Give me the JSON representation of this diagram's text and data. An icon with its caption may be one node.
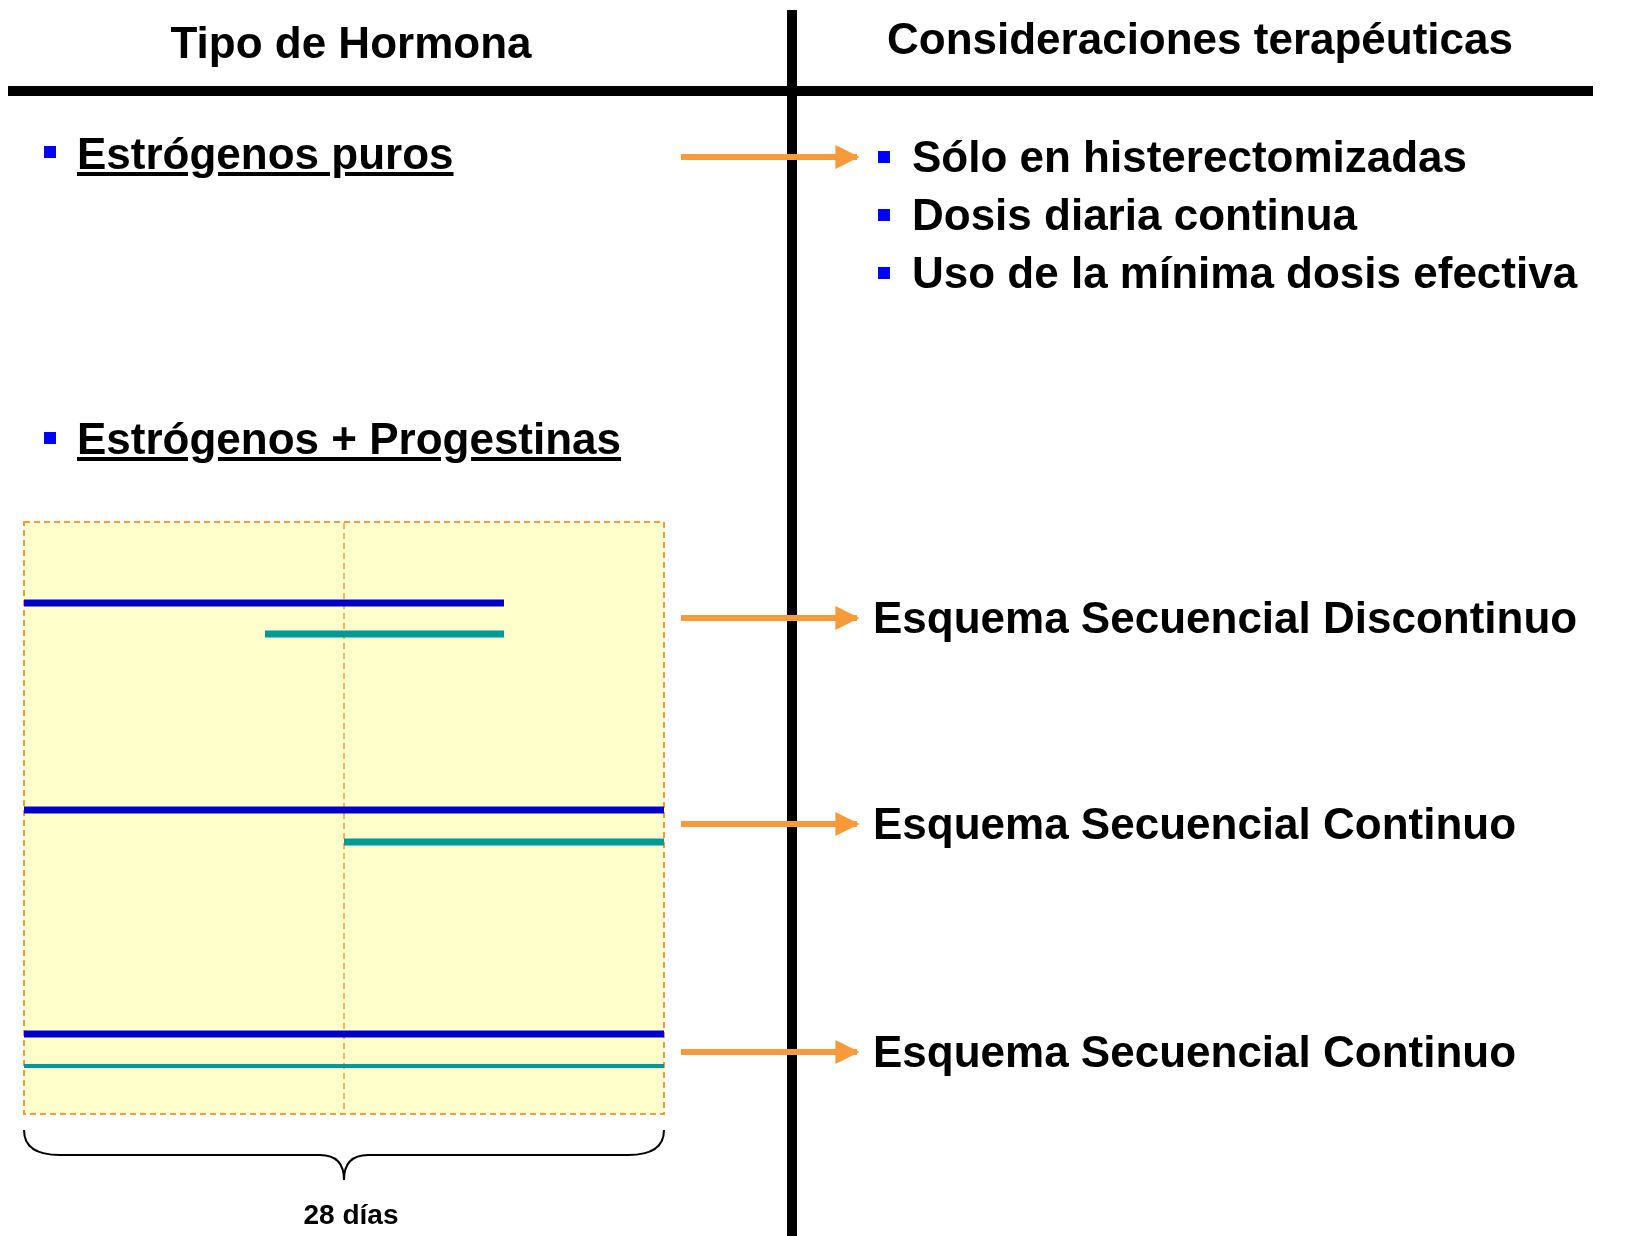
{
  "diagram": {
    "nodes": [
      {
        "text": [
          "Estrógenos puros"
        ]
      },
      {
        "text": [
          "Sólo en histerectomizadas",
          "Dosis diaria continua",
          "Uso de la mínima dosis efectiva"
        ]
      },
      {
        "text": [
          "Esquema Secuencial Discontinuo"
        ]
      },
      {
        "text": [
          "Esquema Secuencial Continuo"
        ]
      },
      {
        "text": [
          "Esquema Secuencial Continuo"
        ]
      }
    ],
    "edges": [
      {
        "from": null,
        "to": 1,
        "arrow": "to"
      },
      {
        "from": null,
        "to": 2,
        "arrow": "to"
      },
      {
        "from": null,
        "to": 3,
        "arrow": "to"
      },
      {
        "from": null,
        "to": 4,
        "arrow": "to"
      }
    ],
    "labels": [
      "Tipo de Hormona",
      "Consideraciones terapéuticas",
      "Estrógenos + Progestinas",
      "28 días"
    ]
  }
}
